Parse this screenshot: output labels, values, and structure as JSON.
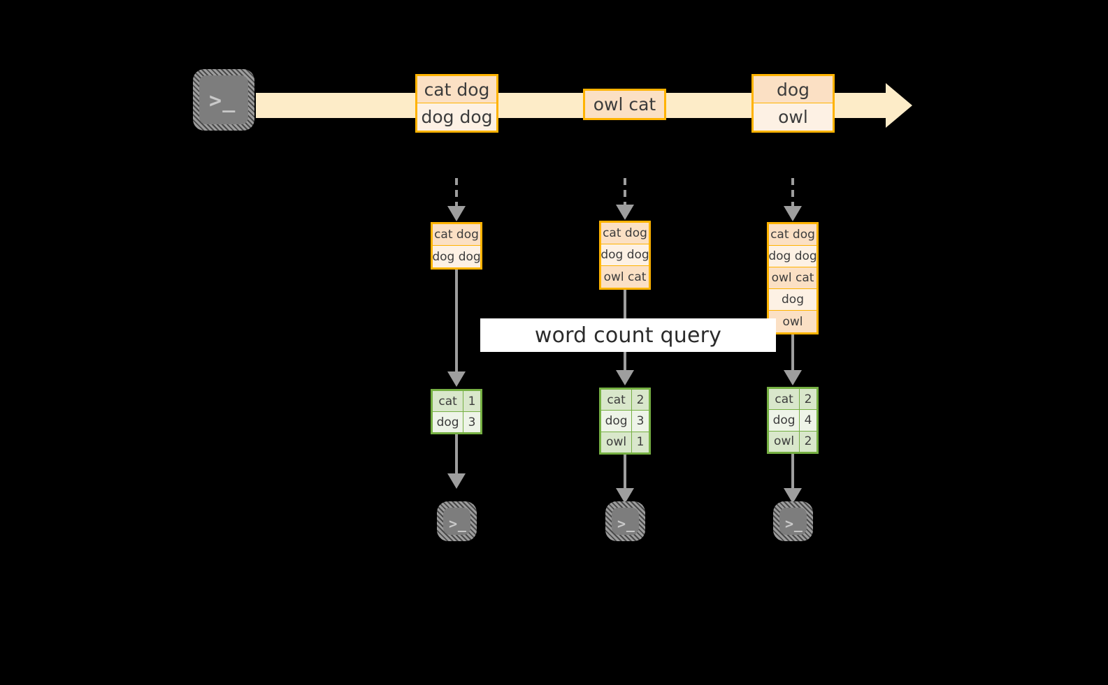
{
  "diagram": {
    "title": "word count query stream diagram",
    "background_color": "#000000",
    "accent_orange": "#ffb300",
    "accent_green": "#76b043",
    "stream_band_color": "#fdecc8",
    "connector_color": "#9e9e9e"
  },
  "stream": {
    "source_icon": "terminal-icon",
    "source_prompt": ">_",
    "groups": [
      {
        "id": "group-1",
        "lines": [
          "cat dog",
          "dog dog"
        ]
      },
      {
        "id": "group-2",
        "lines": [
          "owl cat"
        ]
      },
      {
        "id": "group-3",
        "lines": [
          "dog",
          "owl"
        ]
      }
    ]
  },
  "label": {
    "text": "word count query"
  },
  "columns": [
    {
      "id": "column-1",
      "input_lines": [
        "cat dog",
        "dog dog"
      ],
      "result_header": null,
      "results": [
        {
          "word": "cat",
          "count": "1"
        },
        {
          "word": "dog",
          "count": "3"
        }
      ],
      "sink_icon": "terminal-icon",
      "sink_prompt": ">_"
    },
    {
      "id": "column-2",
      "input_lines": [
        "cat dog",
        "dog dog",
        "owl cat"
      ],
      "result_header": null,
      "results": [
        {
          "word": "cat",
          "count": "2"
        },
        {
          "word": "dog",
          "count": "3"
        },
        {
          "word": "owl",
          "count": "1"
        }
      ],
      "sink_icon": "terminal-icon",
      "sink_prompt": ">_"
    },
    {
      "id": "column-3",
      "input_lines": [
        "cat dog",
        "dog dog",
        "owl cat",
        "dog",
        "owl"
      ],
      "result_header": null,
      "results": [
        {
          "word": "cat",
          "count": "2"
        },
        {
          "word": "dog",
          "count": "4"
        },
        {
          "word": "owl",
          "count": "2"
        }
      ],
      "sink_icon": "terminal-icon",
      "sink_prompt": ">_"
    }
  ]
}
